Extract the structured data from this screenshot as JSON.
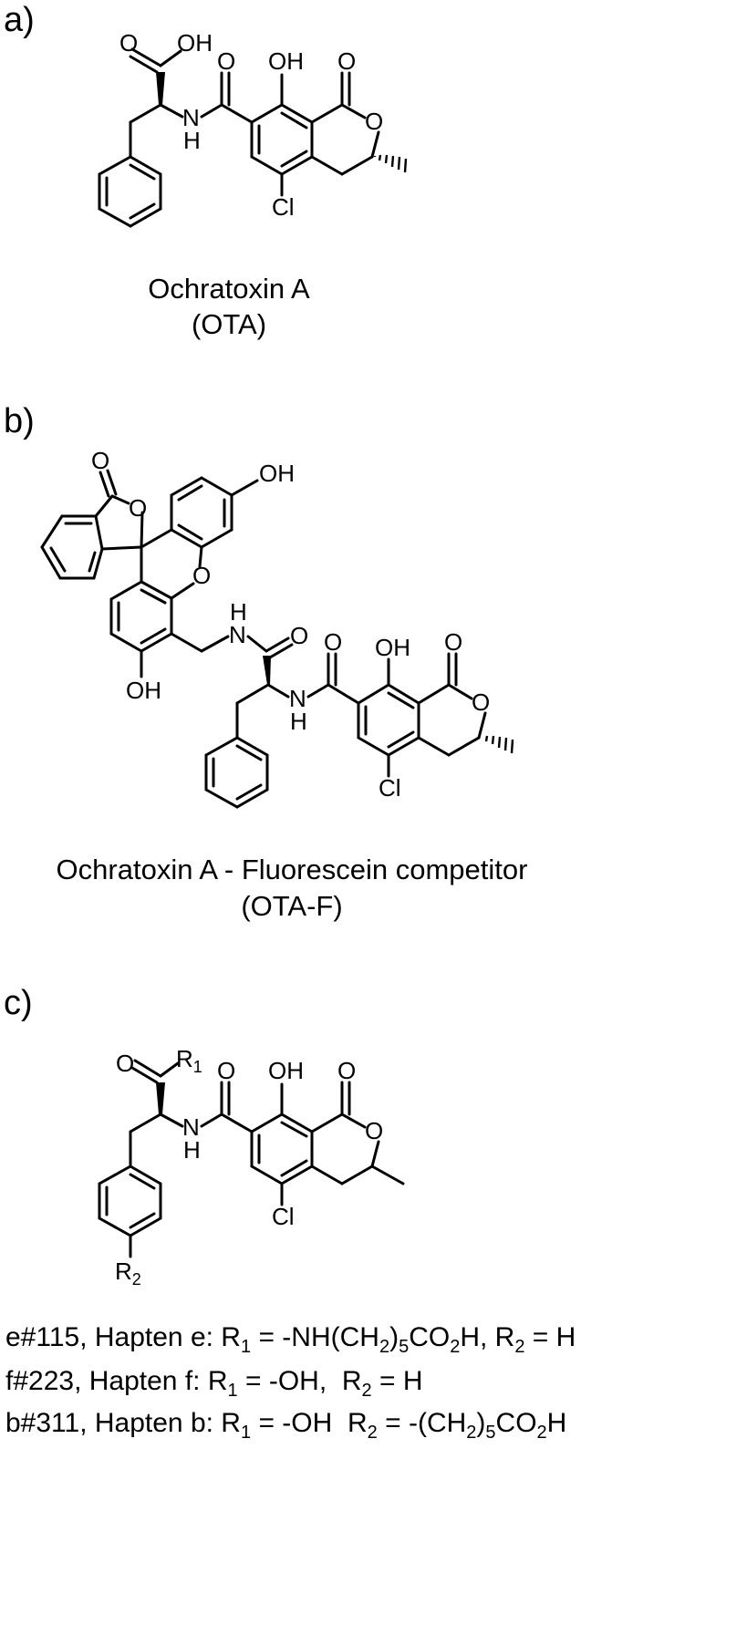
{
  "panels": {
    "a": {
      "letter": "a)",
      "caption_name": "Ochratoxin A",
      "caption_abbr": "(OTA)",
      "labels": {
        "acid_o": "O",
        "acid_oh": "OH",
        "nh_n": "N",
        "nh_h": "H",
        "amide_o": "O",
        "phenol_oh": "OH",
        "lactone_co": "O",
        "ring_o": "O",
        "cl": "Cl"
      }
    },
    "b": {
      "letter": "b)",
      "caption_name": "Ochratoxin A - Fluorescein competitor",
      "caption_abbr": "(OTA-F)",
      "labels": {
        "lactone_o1": "O",
        "lactone_o2": "O",
        "oh_top": "OH",
        "xanthene_o": "O",
        "nh1_h": "H",
        "nh1_n": "N",
        "amide1_o": "O",
        "oh_left": "OH",
        "amide2_o": "O",
        "phenol_oh": "OH",
        "lactone_co": "O",
        "nh2_n": "N",
        "nh2_h": "H",
        "ring_o": "O",
        "cl": "Cl"
      }
    },
    "c": {
      "letter": "c)",
      "labels": {
        "carbonyl_o": "O",
        "r1": "R",
        "r1_sub": "1",
        "nh_n": "N",
        "nh_h": "H",
        "amide_o": "O",
        "phenol_oh": "OH",
        "lactone_co": "O",
        "ring_o": "O",
        "cl": "Cl",
        "r2": "R",
        "r2_sub": "2"
      }
    }
  },
  "haptens": [
    {
      "id": "e#115",
      "name": "Hapten e",
      "r1_eq": " = -NH(CH",
      "r1_sub1": "2",
      "r1_mid": ")",
      "r1_sub2": "5",
      "r1_tail": "CO",
      "r1_sub3": "2",
      "r1_end": "H,",
      "r2_text": "= H"
    },
    {
      "id": "f#223",
      "name": "Hapten f",
      "r1_value": " = -OH,",
      "r2_text": "= H"
    },
    {
      "id": "b#311",
      "name": "Hapten b",
      "r1_value": " = -OH",
      "r2_pre": "= -(CH",
      "r2_sub1": "2",
      "r2_mid": ")",
      "r2_sub2": "5",
      "r2_tail": "CO",
      "r2_sub3": "2",
      "r2_end": "H"
    }
  ]
}
